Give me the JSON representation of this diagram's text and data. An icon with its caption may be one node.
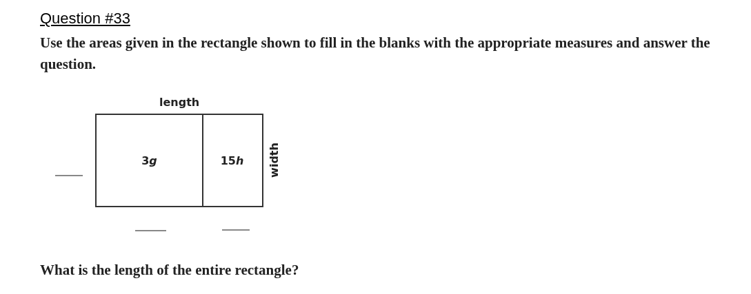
{
  "diagram": {
    "title": "Question #33",
    "nodes": [
      {
        "text": [
          "3g"
        ]
      },
      {
        "text": [
          "15h"
        ]
      }
    ],
    "edges": [],
    "labels": [
      "Use the areas given in the rectangle shown to fill in the blanks with the appropriate measures and answer the question.",
      "length",
      "width",
      "What is the length of the entire rectangle?"
    ]
  }
}
